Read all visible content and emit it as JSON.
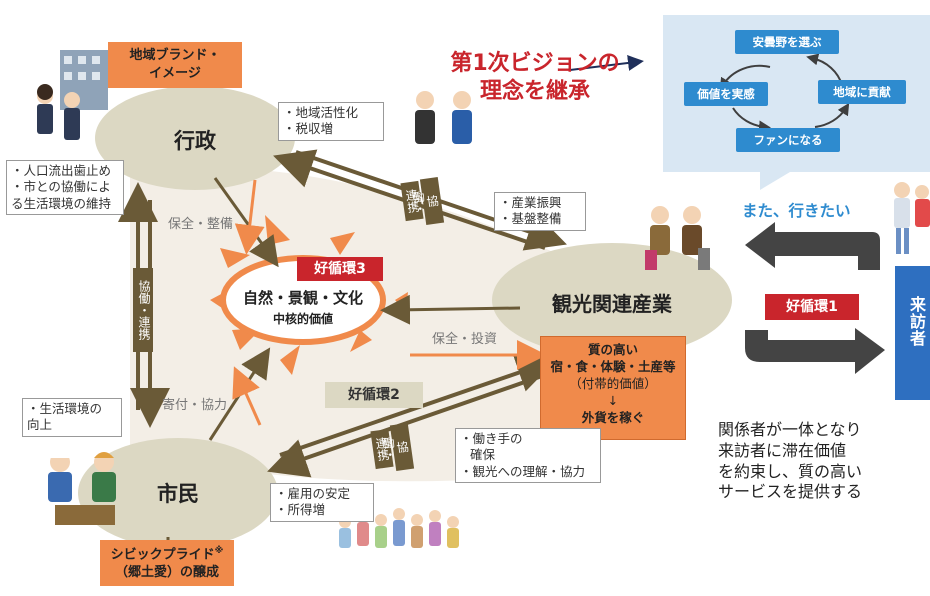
{
  "colors": {
    "orange": "#f08a4b",
    "ellipse": "#dcd8c3",
    "center_bg": "#f3eee6",
    "connector": "#6a5a37",
    "red": "#c9252c",
    "blue": "#2e8bcf",
    "callout_bg": "#d9e7f3",
    "visitor_blue": "#2e6fc0"
  },
  "vision": {
    "line1": "第1次ビジョンの",
    "line2": "理念を継承"
  },
  "nodes": {
    "gyosei": "行政",
    "shimin": "市民",
    "kanko": "観光関連産業",
    "center_title": "自然・景観・文化",
    "center_sub": "中核的価値"
  },
  "boxes": {
    "brand": [
      "地域ブランド・",
      "イメージ"
    ],
    "civic": [
      "シビックプライド",
      "※",
      "（郷土愛）の醸成"
    ],
    "quality": [
      "質の高い",
      "宿・食・体験・土産等",
      "（付帯的価値）",
      "↓",
      "外貨を稼ぐ"
    ]
  },
  "notes": {
    "gyosei_right": [
      "・地域活性化",
      "・税収増"
    ],
    "gyosei_left": [
      "・人口流出歯止め",
      "・市との協働による生活環境の維持"
    ],
    "sangyo": [
      "・産業振興",
      "・基盤整備"
    ],
    "shimin_left": [
      "・生活環境の",
      "向上"
    ],
    "shimin_right": [
      "・雇用の安定",
      "・所得増"
    ],
    "worker": [
      "・働き手の",
      "確保",
      "・観光への理解・協力"
    ]
  },
  "flows": {
    "hozen_seibi": "保全・整備",
    "hozen_toshi": "保全・投資",
    "kifu_kyoryoku": "寄付・協力"
  },
  "connectors": {
    "left": "協働・連携",
    "top_a": "連携",
    "top_b": "協働・",
    "bottom_a": "連携",
    "bottom_b": "協働・"
  },
  "cycles": {
    "cycle1": "好循環1",
    "cycle2": "好循環2",
    "cycle3": "好循環3"
  },
  "callout": {
    "top": "安曇野を選ぶ",
    "left": "価値を実感",
    "right": "地域に貢献",
    "bottom": "ファンになる"
  },
  "mata": "また、行きたい",
  "visitor": "来訪者",
  "summary": [
    "関係者が一体となり",
    "来訪者に滞在価値",
    "を約束し、質の高い",
    "サービスを提供する"
  ]
}
